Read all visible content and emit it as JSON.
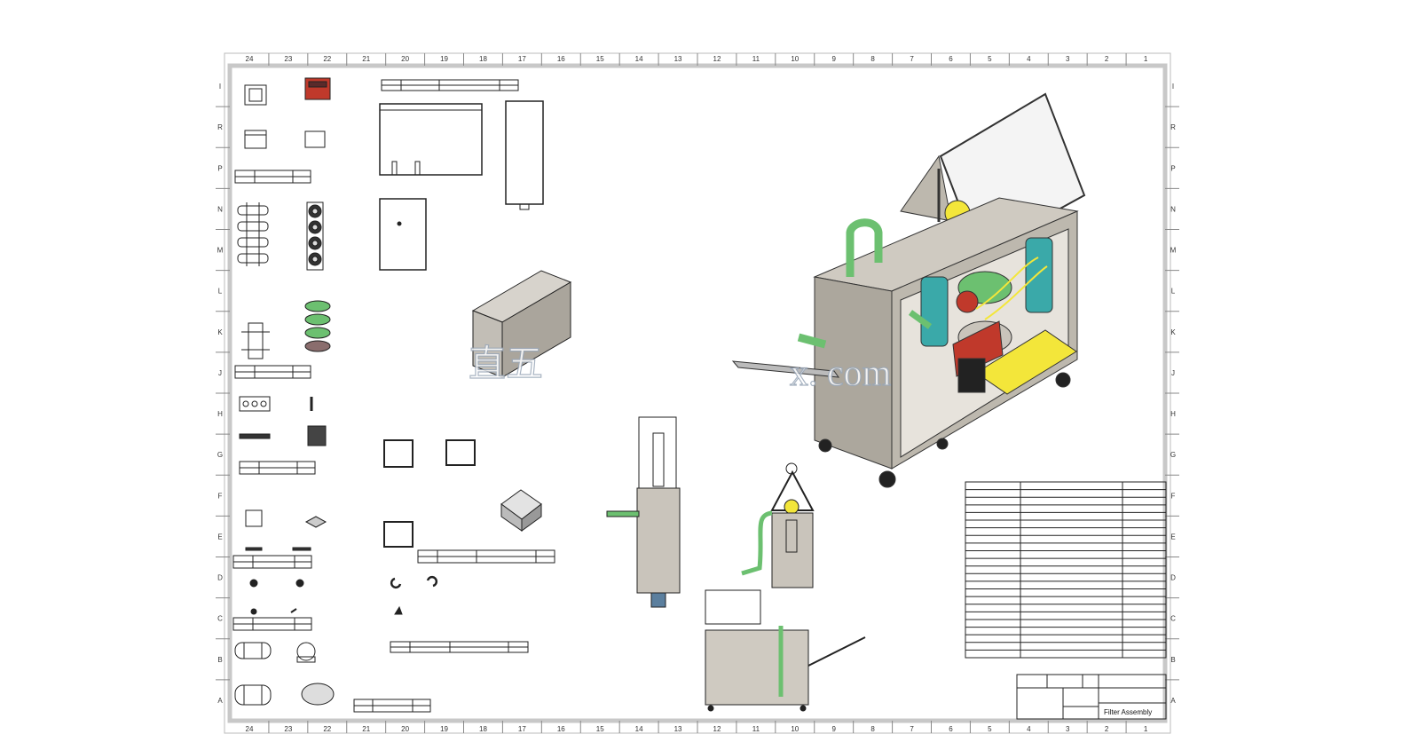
{
  "sheet": {
    "columns": [
      "24",
      "23",
      "22",
      "21",
      "20",
      "19",
      "18",
      "17",
      "16",
      "15",
      "14",
      "13",
      "12",
      "11",
      "10",
      "9",
      "8",
      "7",
      "6",
      "5",
      "4",
      "3",
      "2",
      "1"
    ],
    "rows": [
      "I",
      "R",
      "P",
      "N",
      "M",
      "L",
      "K",
      "J",
      "H",
      "G",
      "F",
      "E",
      "D",
      "C",
      "B",
      "A"
    ]
  },
  "title_block": {
    "title": "Filter Assembly"
  },
  "watermark": {
    "text_cn": "直五",
    "text_latin": "x. com"
  },
  "colors": {
    "frame": "#c8c8c8",
    "line": "#222222",
    "enclosure": "#bdb8ae",
    "green": "#6cc070",
    "teal": "#3aa9a9",
    "red": "#c0392b",
    "yellow": "#f3e63a"
  }
}
